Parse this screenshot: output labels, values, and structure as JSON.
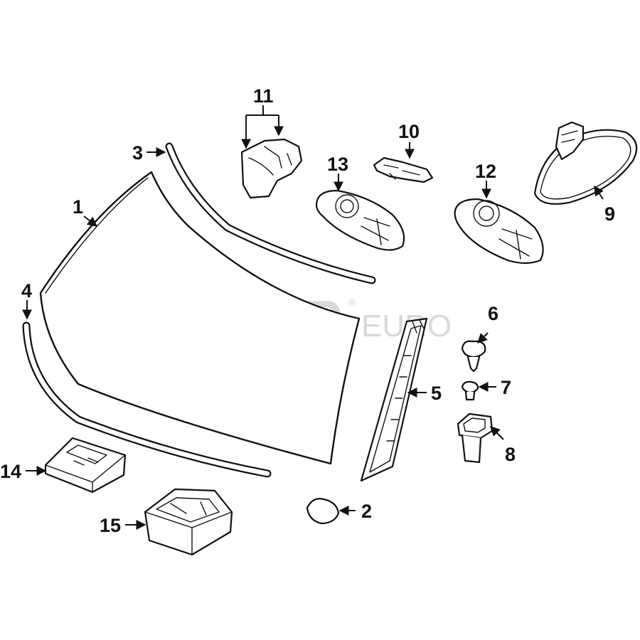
{
  "watermark": {
    "brand_main": "FCP",
    "brand_sub": "EURO",
    "registered": "®"
  },
  "callouts": {
    "c1": "1",
    "c2": "2",
    "c3": "3",
    "c4": "4",
    "c5": "5",
    "c6": "6",
    "c7": "7",
    "c8": "8",
    "c9": "9",
    "c10": "10",
    "c11": "11",
    "c12": "12",
    "c13": "13",
    "c14": "14",
    "c15": "15"
  },
  "colors": {
    "line": "#111111",
    "background": "#ffffff",
    "watermark": "#d9d9d9"
  }
}
